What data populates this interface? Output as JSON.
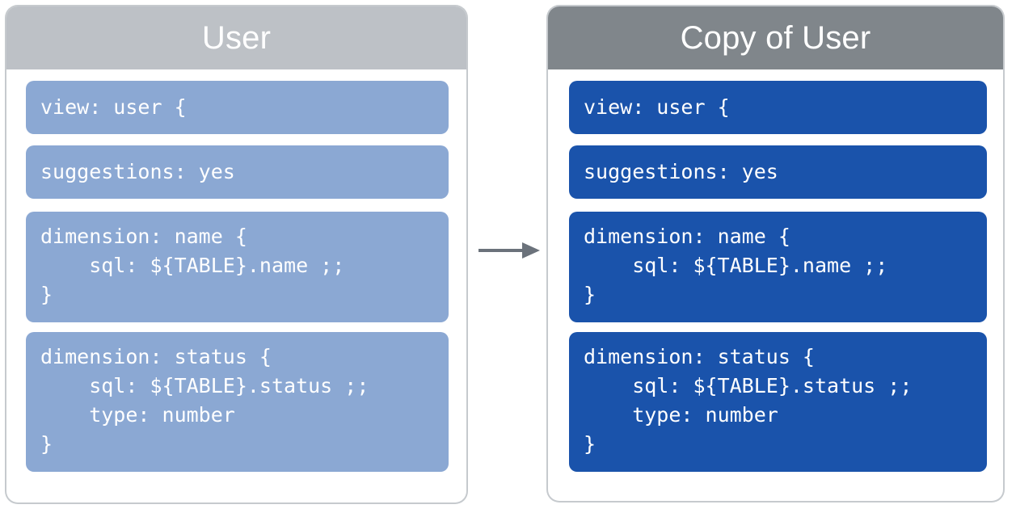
{
  "theme": {
    "source_header_bg": "#bdc1c6",
    "copy_header_bg": "#80868b",
    "source_block_bg": "#8ba8d3",
    "copy_block_bg": "#1a53ab",
    "block_text": "#ffffff",
    "panel_border": "#c6cace",
    "arrow_color": "#6b727b",
    "page_bg": "#ffffff"
  },
  "panels": [
    {
      "id": "source",
      "title": "User",
      "blocks": [
        {
          "name": "view-declaration",
          "code": "view: user {"
        },
        {
          "name": "suggestions-parameter",
          "code": "suggestions: yes"
        },
        {
          "name": "dimension-name",
          "code": "dimension: name {\n    sql: ${TABLE}.name ;;\n}"
        },
        {
          "name": "dimension-status",
          "code": "dimension: status {\n    sql: ${TABLE}.status ;;\n    type: number\n}"
        }
      ]
    },
    {
      "id": "copy",
      "title": "Copy of User",
      "blocks": [
        {
          "name": "view-declaration",
          "code": "view: user {"
        },
        {
          "name": "suggestions-parameter",
          "code": "suggestions: yes"
        },
        {
          "name": "dimension-name",
          "code": "dimension: name {\n    sql: ${TABLE}.name ;;\n}"
        },
        {
          "name": "dimension-status",
          "code": "dimension: status {\n    sql: ${TABLE}.status ;;\n    type: number\n}"
        }
      ]
    }
  ],
  "connector": {
    "name": "copy-arrow",
    "icon": "arrow-right-icon",
    "direction": "right",
    "from": "User",
    "to": "Copy of User"
  }
}
